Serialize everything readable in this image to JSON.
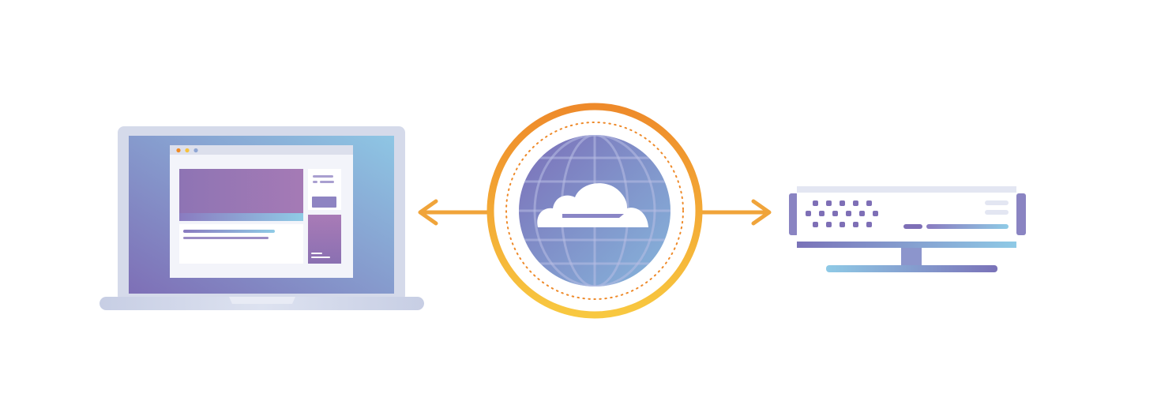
{
  "diagram": {
    "nodes": [
      {
        "id": "client",
        "icon": "laptop-icon"
      },
      {
        "id": "proxy",
        "icon": "cloudflare-cloud-icon"
      },
      {
        "id": "origin",
        "icon": "server-icon"
      }
    ],
    "edges": [
      {
        "from": "proxy",
        "to": "client",
        "style": "arrow"
      },
      {
        "from": "proxy",
        "to": "origin",
        "style": "arrow"
      }
    ]
  },
  "colors": {
    "orange": "#F08A24",
    "gold": "#F7C23C",
    "purple": "#7E6FB6",
    "blue": "#8EC4E2",
    "lavender": "#DCE0EF",
    "frame": "#D5DAEA"
  }
}
